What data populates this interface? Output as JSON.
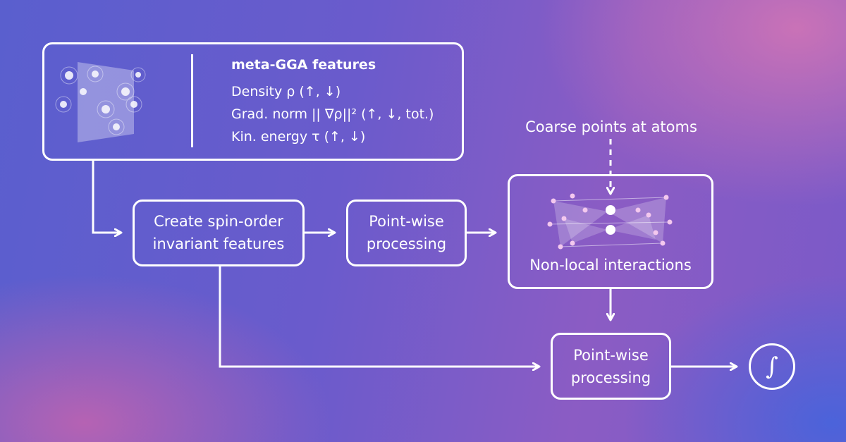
{
  "features_box": {
    "title": "meta-GGA features",
    "lines": [
      "Density ρ (↑, ↓)",
      "Grad. norm || ∇ρ||² (↑, ↓, tot.)",
      "Kin. energy τ (↑, ↓)"
    ]
  },
  "nodes": {
    "spin_invariant": {
      "line1": "Create spin-order",
      "line2": "invariant features"
    },
    "pointwise_1": {
      "line1": "Point-wise",
      "line2": "processing"
    },
    "nonlocal": {
      "label": "Non-local interactions"
    },
    "coarse_points": {
      "label": "Coarse points at atoms"
    },
    "pointwise_2": {
      "line1": "Point-wise",
      "line2": "processing"
    },
    "integral": {
      "symbol": "∫"
    }
  },
  "colors": {
    "foreground": "#ffffff",
    "bg_blue": "#5a5fce",
    "bg_purple": "#8b5cc4",
    "bg_pink": "#d676b4"
  }
}
